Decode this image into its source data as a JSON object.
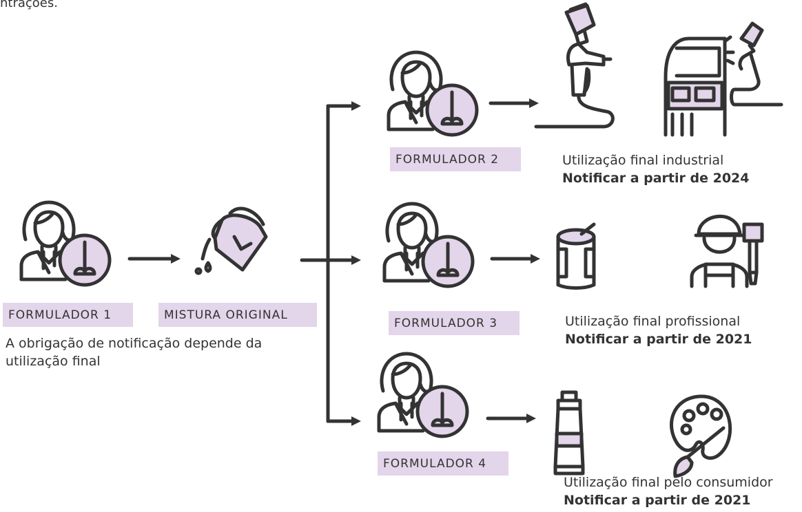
{
  "top_fragment": "ntrações.",
  "colors": {
    "accent": "#e3d5ea",
    "ink": "#333333"
  },
  "formulador1": {
    "label": "Formulador 1",
    "note": "A obrigação de notificação depende da utilização final"
  },
  "mixture": {
    "label": "Mistura original"
  },
  "branches": [
    {
      "formulator": "Formulador 2",
      "use": "Utilização final industrial",
      "notify": "Notificar a partir de 2024",
      "icons": [
        "spray-gun-icon",
        "car-spray-icon"
      ]
    },
    {
      "formulator": "Formulador 3",
      "use": "Utilização final profissional",
      "notify": "Notificar a partir de 2021",
      "icons": [
        "paint-can-icon",
        "painter-worker-icon"
      ]
    },
    {
      "formulator": "Formulador 4",
      "use": "Utilização final pelo consumidor",
      "notify": "Notificar a partir de 2021",
      "icons": [
        "paint-tube-icon",
        "palette-brush-icon"
      ]
    }
  ]
}
